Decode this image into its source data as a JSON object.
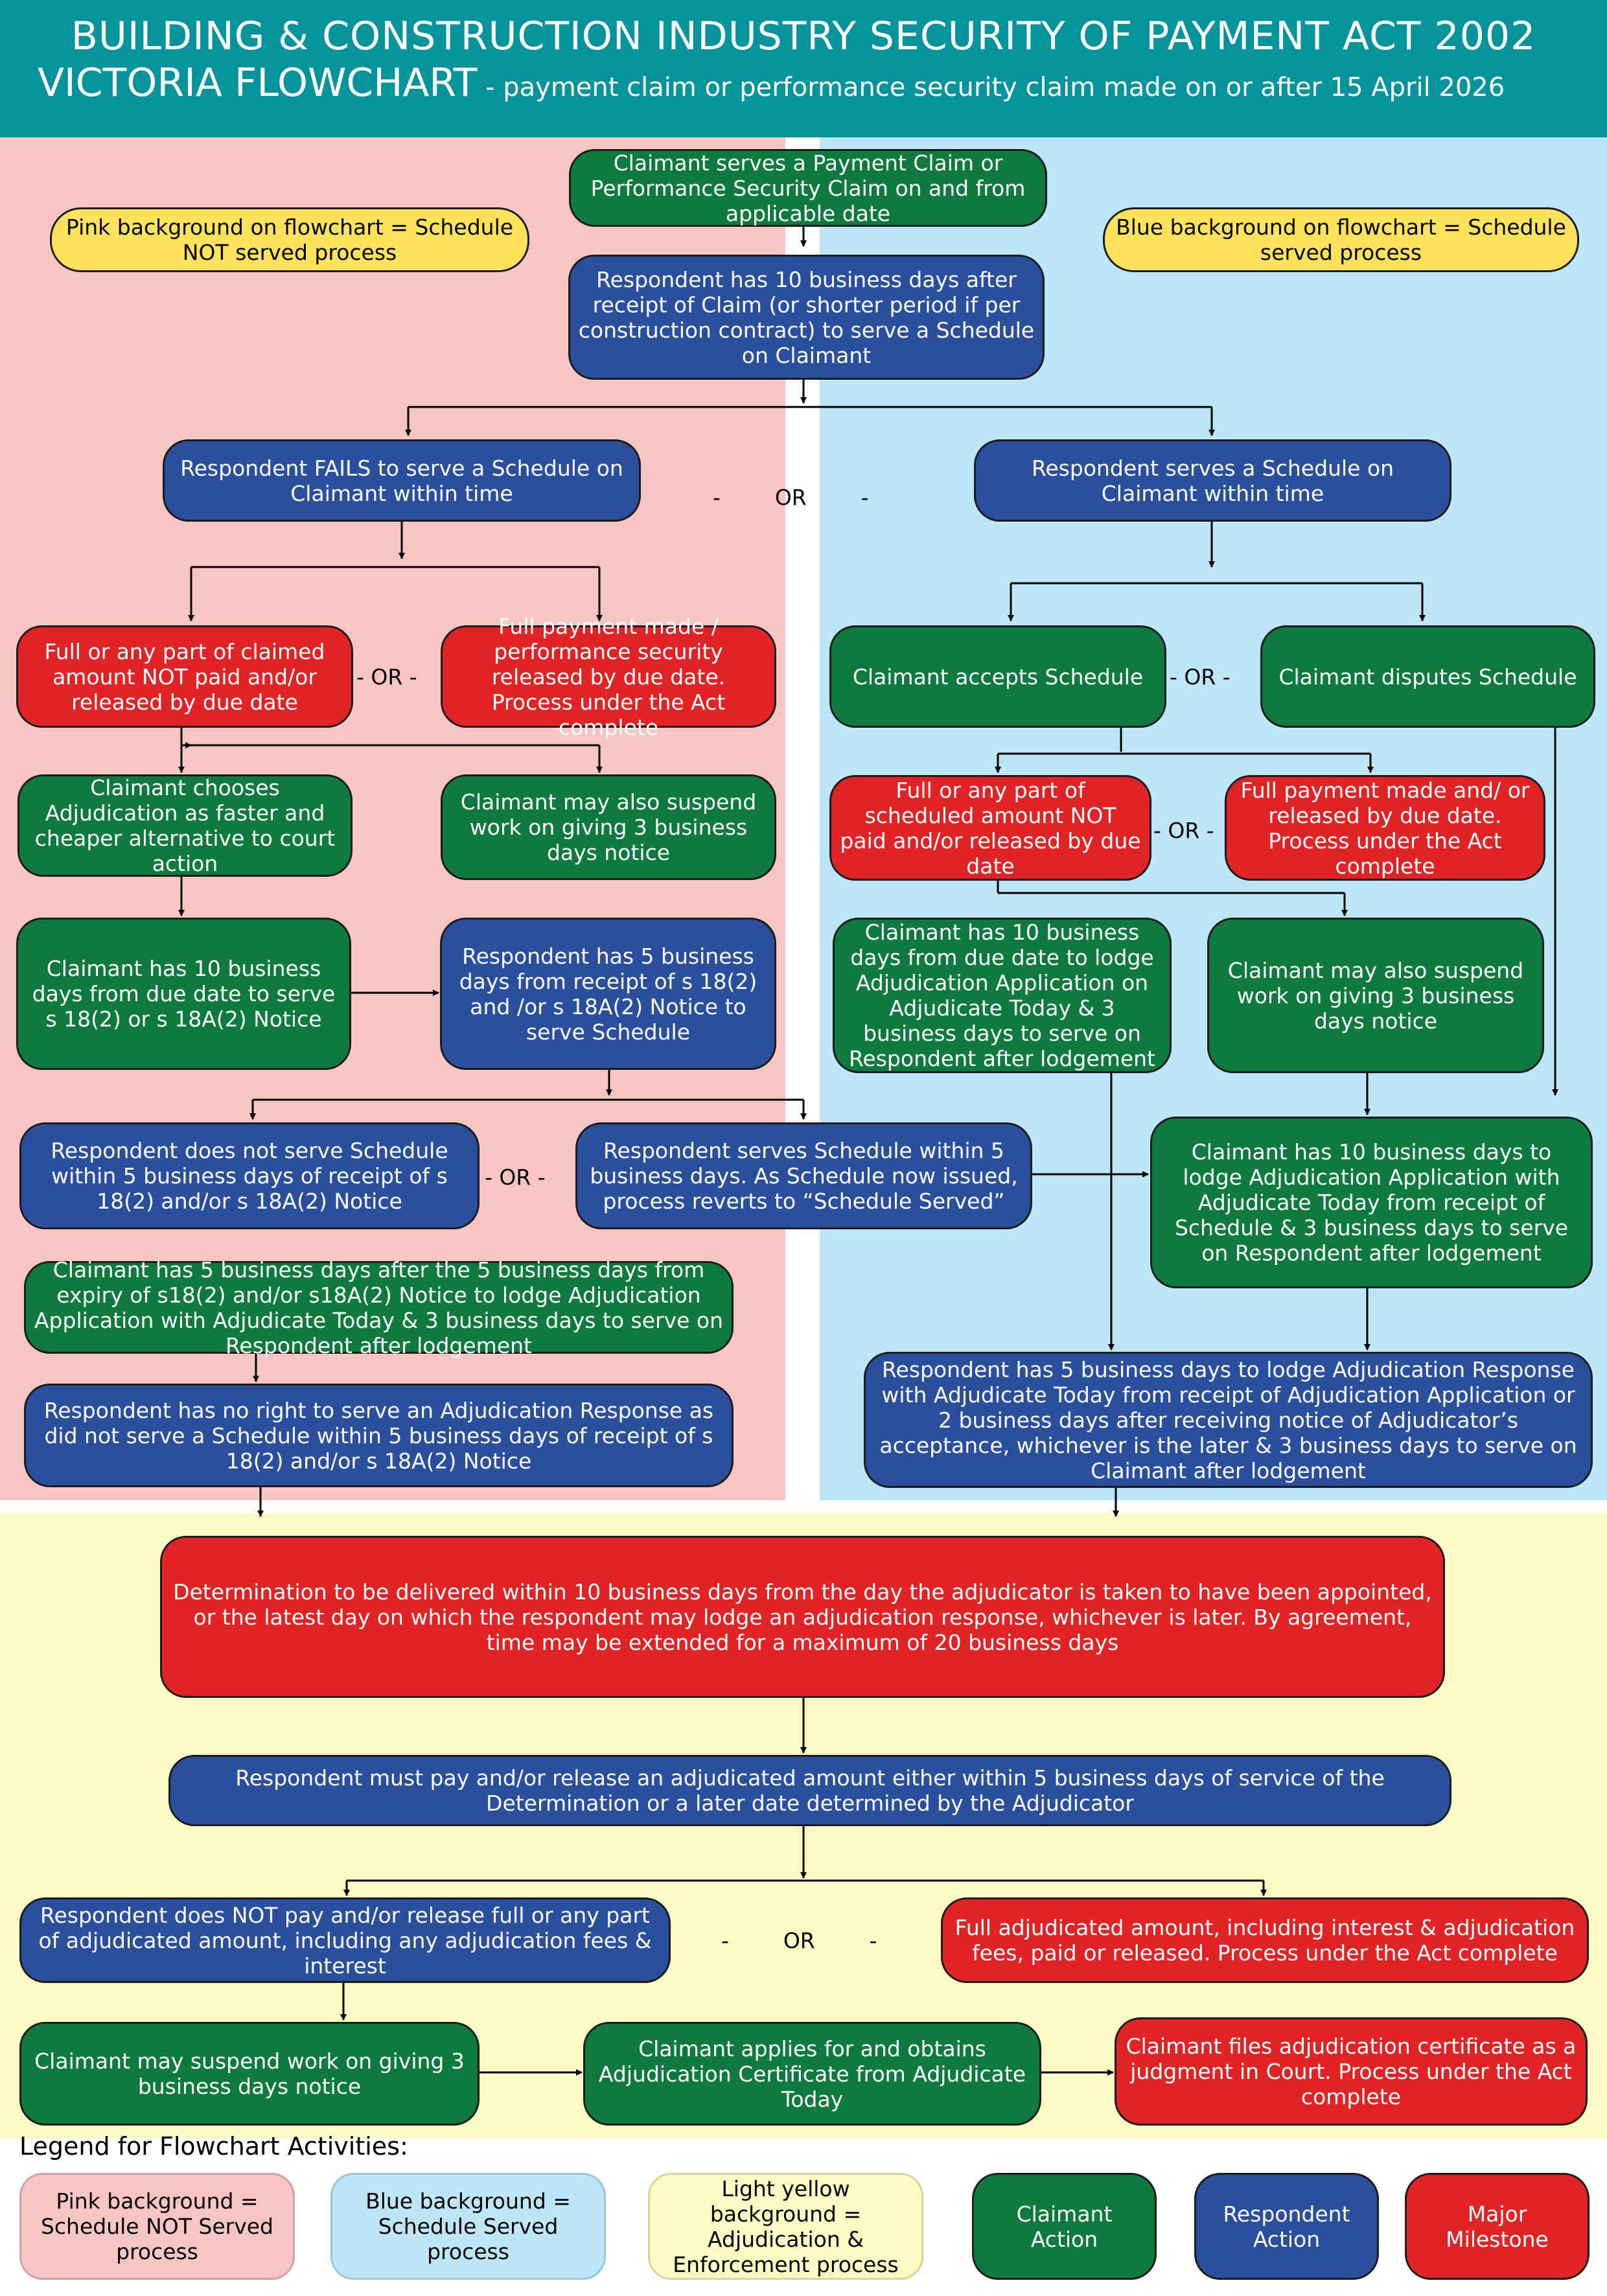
{
  "header": {
    "title_line1": "BUILDING & CONSTRUCTION INDUSTRY SECURITY OF PAYMENT ACT 2002",
    "title_line2": "VICTORIA FLOWCHART",
    "subtitle": " - payment claim or performance security claim made on or after 15 April 2026"
  },
  "colors": {
    "header": "#06939c",
    "pink_background": "#f7c6c4",
    "blue_background": "#bde6f6",
    "yellow_background": "#fdfbc4",
    "claimant_action": "#0e7a3e",
    "respondent_action": "#2a4f9c",
    "major_milestone": "#e02426",
    "note": "#fde25c"
  },
  "notes": {
    "pink": "Pink background on flowchart = Schedule NOT served process",
    "blue": "Blue background on flowchart = Schedule served process"
  },
  "or_label": "-        OR        -",
  "or_short": "- OR -",
  "top": {
    "claim": "Claimant serves a Payment Claim or Performance Security Claim on and from applicable date",
    "respondent_10_days": "Respondent has 10 business days after receipt of Claim (or shorter period if per construction contract) to serve a Schedule on Claimant"
  },
  "pink_branch": {
    "fails_schedule": "Respondent FAILS to serve a Schedule on Claimant within time",
    "not_paid": "Full or any part of claimed amount NOT paid and/or released by due date",
    "full_payment": "Full payment made / performance security released by due date. Process under the Act complete",
    "chooses_adjudication": "Claimant chooses Adjudication as faster and cheaper alternative to court action",
    "may_suspend": "Claimant may also suspend work on giving 3 business days notice",
    "ten_days_notice": "Claimant has 10 business days from due date to serve s 18(2) or s 18A(2) Notice",
    "five_days_schedule": "Respondent has 5 business days from receipt of s 18(2) and /or s 18A(2) Notice to serve Schedule",
    "not_serve_schedule": "Respondent does not serve Schedule within 5 business days of receipt of s 18(2) and/or s 18A(2) Notice",
    "serves_schedule": "Respondent serves Schedule within 5 business days.  As Schedule now issued, process reverts to “Schedule Served”",
    "five_days_lodge": "Claimant has 5 business days after the 5 business days from expiry of s18(2) and/or s18A(2) Notice to lodge Adjudication Application with Adjudicate Today & 3 business days to serve on Respondent after lodgement",
    "no_right_response": "Respondent has no right to serve an Adjudication Response as did not serve a Schedule within 5 business days of receipt of s 18(2) and/or s 18A(2) Notice"
  },
  "blue_branch": {
    "serves_schedule": "Respondent serves a Schedule on Claimant within time",
    "accepts": "Claimant accepts Schedule",
    "disputes": "Claimant disputes Schedule",
    "not_paid": "Full or any part of scheduled amount NOT paid and/or released by due date",
    "full_payment": "Full payment made and/ or released by due date. Process under the Act complete",
    "ten_days_lodge": "Claimant has 10 business days from due date to lodge Adjudication Application on Adjudicate Today & 3 business days to serve on Respondent after lodgement",
    "may_suspend": "Claimant may also suspend work on giving 3 business days notice",
    "ten_days_lodge_receipt": "Claimant has 10 business days to lodge Adjudication Application with Adjudicate Today from receipt of Schedule & 3 business days to serve on Respondent after lodgement",
    "response_5_days": "Respondent has 5 business days to lodge Adjudication Response with Adjudicate Today from receipt of Adjudication Application or 2 business days after receiving notice of Adjudicator’s acceptance, whichever is the later & 3 business days to serve on Claimant after lodgement"
  },
  "yellow_section": {
    "determination": "Determination to be delivered within 10 business days from the day the adjudicator is taken to have been appointed, or the latest day on which the respondent may lodge an adjudication response, whichever is later. By agreement, time may be extended for a maximum of 20 business days",
    "must_pay": "Respondent must pay and/or release an adjudicated amount either within 5 business days of service of the Determination or a later date determined by the Adjudicator",
    "not_pay": "Respondent does NOT pay and/or release full or any part of adjudicated amount, including any adjudication fees & interest",
    "full_paid": "Full adjudicated amount, including interest & adjudication fees, paid or released. Process under the Act complete",
    "suspend": "Claimant may suspend work on giving 3 business days notice",
    "certificate": "Claimant applies for and obtains Adjudication Certificate from Adjudicate Today",
    "judgment": "Claimant files adjudication certificate as a judgment in Court.  Process under the Act complete"
  },
  "legend": {
    "title": "Legend for Flowchart Activities:",
    "items": [
      {
        "label": "Pink background = Schedule NOT Served process",
        "color": "#f7c6c4"
      },
      {
        "label": "Blue background =  Schedule Served process",
        "color": "#bde6f6"
      },
      {
        "label": "Light yellow background = Adjudication & Enforcement process",
        "color": "#fdfbc4"
      },
      {
        "label": "Claimant Action",
        "color": "#0e7a3e"
      },
      {
        "label": "Respondent Action",
        "color": "#2a4f9c"
      },
      {
        "label": "Major Milestone",
        "color": "#e02426"
      }
    ]
  }
}
